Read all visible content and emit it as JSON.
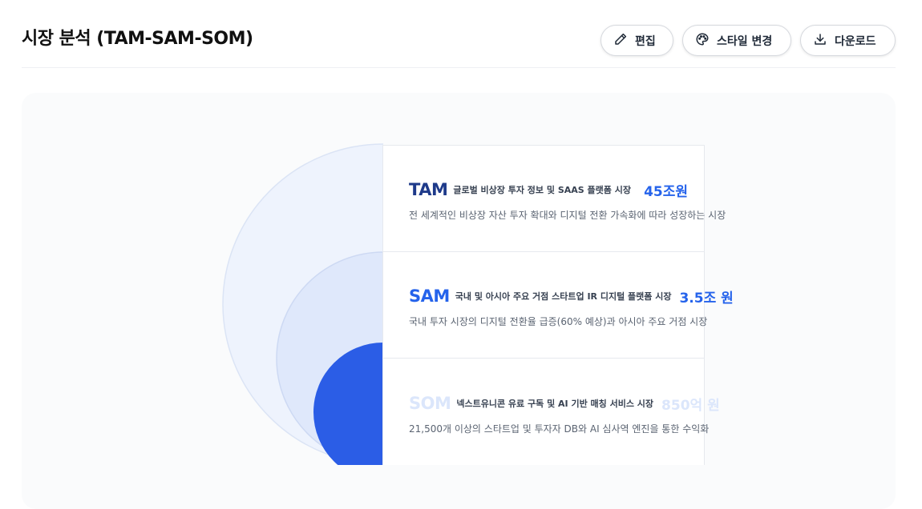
{
  "header": {
    "title": "시장 분석 (TAM-SAM-SOM)"
  },
  "toolbar": {
    "edit_label": "편집",
    "style_label": "스타일 변경",
    "download_label": "다운로드",
    "icons": [
      "pencil-icon",
      "palette-icon",
      "download-icon"
    ]
  },
  "market": {
    "colors": {
      "tam_circle": "#eef3fd",
      "sam_circle": "#dfe8fb",
      "som_circle": "#2b5de6",
      "accent": "#2563eb"
    },
    "rows": [
      {
        "abbr": "TAM",
        "subtitle": "글로벌 비상장 투자 정보 및 SAAS 플랫폼 시장",
        "value": "45조원",
        "description": "전 세계적인 비상장 자산 투자 확대와 디지털 전환 가속화에 따라 성장하는 시장"
      },
      {
        "abbr": "SAM",
        "subtitle": "국내 및 아시아 주요 거점 스타트업 IR 디지털 플랫폼 시장",
        "value": "3.5조 원",
        "description": "국내 투자 시장의 디지털 전환율 급증(60% 예상)과 아시아 주요 거점 시장"
      },
      {
        "abbr": "SOM",
        "subtitle": "넥스트유니콘 유료 구독 및 AI 기반 매칭 서비스 시장",
        "value": "850억 원",
        "description": "21,500개 이상의 스타트업 및 투자자 DB와 AI 심사역 엔진을 통한 수익화"
      }
    ]
  }
}
